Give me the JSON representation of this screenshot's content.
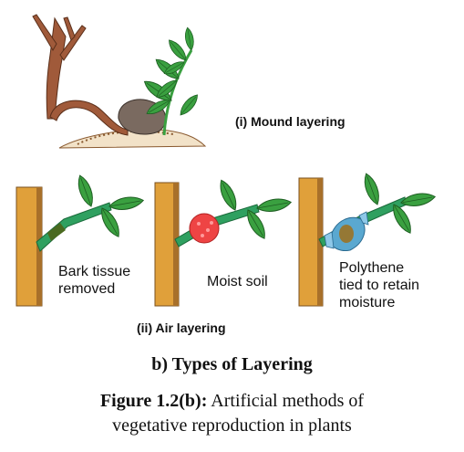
{
  "labels": {
    "mound_layering": "(i) Mound layering",
    "bark_tissue": [
      "Bark tissue",
      "removed"
    ],
    "moist_soil": "Moist soil",
    "polythene": [
      "Polythene",
      "tied to retain",
      "moisture"
    ],
    "air_layering": "(ii) Air layering"
  },
  "caption": {
    "subtitle": "b) Types of Layering",
    "figure_label": "Figure 1.2(b):",
    "line1_text": "Artificial  methods of",
    "line2_text": "vegetative reproduction in plants"
  },
  "colors": {
    "stem": "#e0a03a",
    "stem_dark": "#a8702a",
    "branch": "#a05a3a",
    "leaf": "#3aa040",
    "twig": "#2fa060",
    "moist_soil": "#ee4444",
    "polythene": "#5aa8d0",
    "soil": "#8a5a30",
    "stone": "#7a6a60"
  }
}
